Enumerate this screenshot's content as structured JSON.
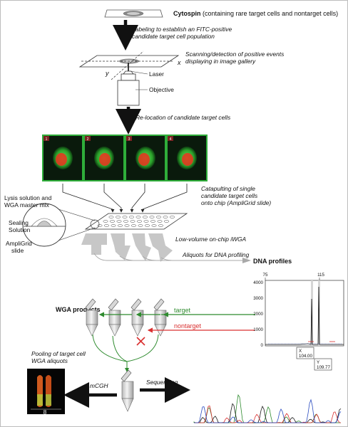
{
  "title": {
    "cytospin_bold": "Cytospin",
    "cytospin_rest": " (containing rare target cells and nontarget cells)"
  },
  "steps": {
    "labeling_1": "Labeling to establish an FITC-positive",
    "labeling_2": "candidate target cell population",
    "scanning_1": "Scanning/detection of positive events",
    "scanning_2": "displaying in image gallery",
    "relocation": "Re-location of candidate target cells",
    "catapult_1": "Catapulting of single",
    "catapult_2": "candidate target cells",
    "catapult_3": "onto chip (AmpliGrid slide)",
    "iwga": "Low-volume on-chip iWGA",
    "aliquots": "Aliquots for DNA profiling",
    "pooling_1": "Pooling of target cell",
    "pooling_2": "WGA aliquots",
    "mcgh": "mCGH",
    "sequencing": "Sequencing"
  },
  "labels": {
    "axis_x": "x",
    "axis_y": "y",
    "laser": "Laser",
    "objective": "Objective",
    "lysis_1": "Lysis solution and",
    "lysis_2": "WGA master mix",
    "sealing_1": "Sealing",
    "sealing_2": "Solution",
    "ampligrid_1": "AmpliGrid",
    "ampligrid_2": "slide",
    "dna_profiles": "DNA profiles",
    "wga_products": "WGA products",
    "target": "target",
    "nontarget": "nontarget",
    "chromosome_label": "8"
  },
  "gallery": [
    "1",
    "2",
    "3",
    "4"
  ],
  "profile_plot": {
    "x_ticks": [
      "75",
      "115"
    ],
    "y_ticks": [
      "4000",
      "3000",
      "2000",
      "1000",
      "0"
    ],
    "peak_x_label": "X",
    "peak_x_value": "104.00",
    "peak_y_label": "Y",
    "peak_y_value": "109.77"
  },
  "colors": {
    "target_arrow": "#2e8b2e",
    "nontarget_arrow": "#d93030",
    "cell_green": "#38c83a",
    "cell_red": "#e2391f",
    "panel_bg": "#0a1a0c"
  }
}
